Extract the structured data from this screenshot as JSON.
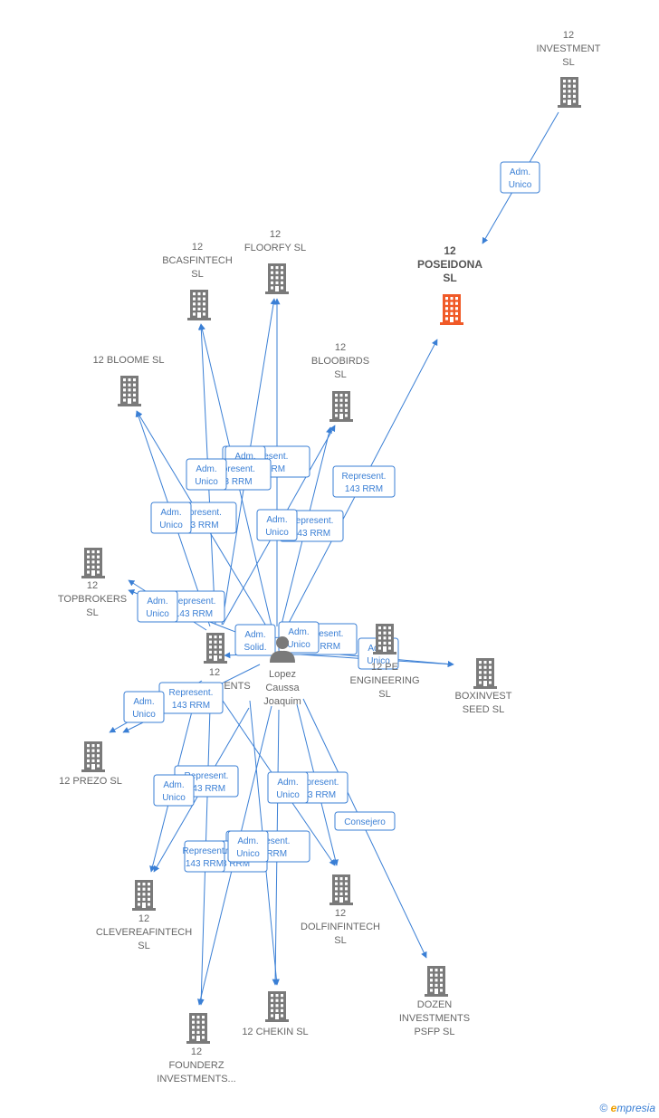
{
  "colors": {
    "edge": "#3a7fd5",
    "building": "#7a7a7a",
    "focus_building": "#f05a28"
  },
  "nodes": [
    {
      "id": "investment",
      "label": [
        "12",
        "INVESTMENT",
        "SL"
      ],
      "icon": "building-icon"
    },
    {
      "id": "poseidona",
      "label": [
        "12",
        "POSEIDONA",
        "SL"
      ],
      "icon": "building-icon",
      "focus": true
    },
    {
      "id": "floorfy",
      "label": [
        "12",
        "FLOORFY  SL"
      ],
      "icon": "building-icon"
    },
    {
      "id": "bcasfintech",
      "label": [
        "12",
        "BCASFINTECH",
        "SL"
      ],
      "icon": "building-icon"
    },
    {
      "id": "bloome",
      "label": [
        "12 BLOOME  SL"
      ],
      "icon": "building-icon"
    },
    {
      "id": "bloobirds",
      "label": [
        "12",
        "BLOOBIRDS",
        "SL"
      ],
      "icon": "building-icon"
    },
    {
      "id": "topbrokers",
      "label": [
        "12",
        "TOPBROKERS",
        "SL"
      ],
      "icon": "building-icon"
    },
    {
      "id": "investments12",
      "label": [
        "12",
        "ENTS"
      ],
      "icon": "building-icon"
    },
    {
      "id": "person",
      "label": [
        "Lopez",
        "Caussa",
        "Joaquim"
      ],
      "icon": "person-icon"
    },
    {
      "id": "engineering",
      "label": [
        "12 PE",
        "ENGINEERING",
        "SL"
      ],
      "icon": "building-icon"
    },
    {
      "id": "boxinvest",
      "label": [
        "BOXINVEST",
        "SEED  SL"
      ],
      "icon": "building-icon"
    },
    {
      "id": "prezo",
      "label": [
        "12 PREZO  SL"
      ],
      "icon": "building-icon"
    },
    {
      "id": "clevereafintech",
      "label": [
        "12",
        "CLEVEREAFINTECH",
        "SL"
      ],
      "icon": "building-icon"
    },
    {
      "id": "dolfinfintech",
      "label": [
        "12",
        "DOLFINFINTECH",
        "SL"
      ],
      "icon": "building-icon"
    },
    {
      "id": "dozen",
      "label": [
        "DOZEN",
        "INVESTMENTS",
        "PSFP  SL"
      ],
      "icon": "building-icon"
    },
    {
      "id": "chekin",
      "label": [
        "12 CHEKIN  SL"
      ],
      "icon": "building-icon"
    },
    {
      "id": "founderz",
      "label": [
        "12",
        "FOUNDERZ",
        "INVESTMENTS..."
      ],
      "icon": "building-icon"
    }
  ],
  "edges": [
    {
      "from": "investment",
      "to": "poseidona"
    },
    {
      "from": "person",
      "to": "poseidona"
    },
    {
      "from": "investments12",
      "to": "floorfy"
    },
    {
      "from": "person",
      "to": "floorfy"
    },
    {
      "from": "investments12",
      "to": "bcasfintech"
    },
    {
      "from": "person",
      "to": "bcasfintech"
    },
    {
      "from": "investments12",
      "to": "bloome"
    },
    {
      "from": "person",
      "to": "bloome"
    },
    {
      "from": "investments12",
      "to": "bloobirds"
    },
    {
      "from": "person",
      "to": "bloobirds"
    },
    {
      "from": "investments12",
      "to": "topbrokers"
    },
    {
      "from": "person",
      "to": "topbrokers"
    },
    {
      "from": "investments12",
      "to": "engineering"
    },
    {
      "from": "person",
      "to": "engineering"
    },
    {
      "from": "person",
      "to": "boxinvest"
    },
    {
      "from": "investments12",
      "to": "prezo"
    },
    {
      "from": "person",
      "to": "prezo"
    },
    {
      "from": "investments12",
      "to": "clevereafintech"
    },
    {
      "from": "person",
      "to": "clevereafintech"
    },
    {
      "from": "investments12",
      "to": "dolfinfintech"
    },
    {
      "from": "person",
      "to": "dolfinfintech"
    },
    {
      "from": "person",
      "to": "dozen"
    },
    {
      "from": "investments12",
      "to": "chekin"
    },
    {
      "from": "person",
      "to": "chekin"
    },
    {
      "from": "investments12",
      "to": "founderz"
    },
    {
      "from": "person",
      "to": "founderz"
    },
    {
      "from": "person",
      "to": "investments12"
    }
  ],
  "edge_labels": [
    {
      "lines": [
        "Adm.",
        "Unico"
      ]
    },
    {
      "lines": [
        "Represent.",
        "143 RRM"
      ]
    },
    {
      "lines": [
        "Represent.",
        "143 RRM"
      ]
    },
    {
      "lines": [
        "Adm.",
        "Unico"
      ]
    },
    {
      "lines": [
        "Represent.",
        "143 RRM"
      ]
    },
    {
      "lines": [
        "Adm.",
        "Unico"
      ]
    },
    {
      "lines": [
        "Represent.",
        "143 RRM"
      ]
    },
    {
      "lines": [
        "Adm.",
        "Unico"
      ]
    },
    {
      "lines": [
        "Represent.",
        "143 RRM"
      ]
    },
    {
      "lines": [
        "Represent.",
        "143 RRM"
      ]
    },
    {
      "lines": [
        "Adm.",
        "Unico"
      ]
    },
    {
      "lines": [
        "Represent.",
        "143 RRM"
      ]
    },
    {
      "lines": [
        "Adm.",
        "Unico"
      ]
    },
    {
      "lines": [
        "Adm.",
        "Solid."
      ]
    },
    {
      "lines": [
        "Represent.",
        "143 RRM"
      ]
    },
    {
      "lines": [
        "Adm.",
        "Unico"
      ]
    },
    {
      "lines": [
        "Adm.",
        "Unico"
      ]
    },
    {
      "lines": [
        "Represent.",
        "143 RRM"
      ]
    },
    {
      "lines": [
        "Adm.",
        "Unico"
      ]
    },
    {
      "lines": [
        "Represent.",
        "143 RRM"
      ]
    },
    {
      "lines": [
        "Adm.",
        "Unico"
      ]
    },
    {
      "lines": [
        "Represent.",
        "143 RRM"
      ]
    },
    {
      "lines": [
        "Adm.",
        "Unico"
      ]
    },
    {
      "lines": [
        "Consejero"
      ]
    },
    {
      "lines": [
        "Represent.",
        "143 RRM"
      ]
    },
    {
      "lines": [
        "Adm.",
        "Unico"
      ]
    },
    {
      "lines": [
        "Represent.",
        "143 RRM"
      ]
    },
    {
      "lines": [
        "Adm.",
        "Unico"
      ]
    }
  ],
  "footer": {
    "copyright": "©",
    "brand": "mpresia",
    "brand_initial": "e"
  }
}
